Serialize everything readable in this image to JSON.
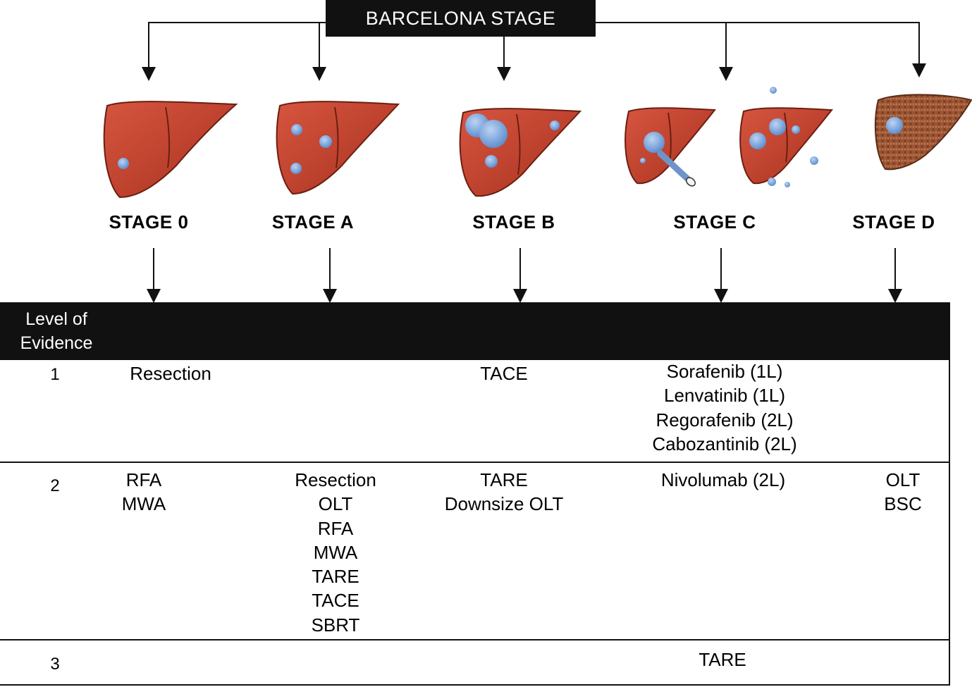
{
  "title": "BARCELONA STAGE",
  "stages": [
    {
      "id": "0",
      "label": "STAGE 0"
    },
    {
      "id": "A",
      "label": "STAGE A"
    },
    {
      "id": "B",
      "label": "STAGE B"
    },
    {
      "id": "C",
      "label": "STAGE C"
    },
    {
      "id": "D",
      "label": "STAGE D"
    }
  ],
  "table": {
    "header": "Level of Evidence",
    "header_lines": [
      "Level of",
      "Evidence"
    ],
    "rows": [
      {
        "level": "1",
        "cells": {
          "stage_0": [
            "Resection"
          ],
          "stage_a": [],
          "stage_b": [
            "TACE"
          ],
          "stage_c": [
            "Sorafenib (1L)",
            "Lenvatinib (1L)",
            "Regorafenib (2L)",
            "Cabozantinib (2L)"
          ],
          "stage_d": []
        }
      },
      {
        "level": "2",
        "cells": {
          "stage_0": [
            "RFA",
            "MWA"
          ],
          "stage_a": [
            "Resection",
            "OLT",
            "RFA",
            "MWA",
            "TARE",
            "TACE",
            "SBRT"
          ],
          "stage_b": [
            "TARE",
            "Downsize OLT"
          ],
          "stage_c": [
            "Nivolumab (2L)"
          ],
          "stage_d": [
            "OLT",
            "BSC"
          ]
        }
      },
      {
        "level": "3",
        "cells": {
          "stage_0": [],
          "stage_a": [],
          "stage_b": [],
          "stage_c": [
            "TARE"
          ],
          "stage_d": []
        }
      }
    ]
  },
  "colors": {
    "liver": "#c0392b",
    "liver_dark": "#8e2a1c",
    "tumor": "#7ea6dc",
    "cirrhotic_liver": "#8a4a2f",
    "header_bg": "#111111",
    "header_text": "#ffffff"
  }
}
